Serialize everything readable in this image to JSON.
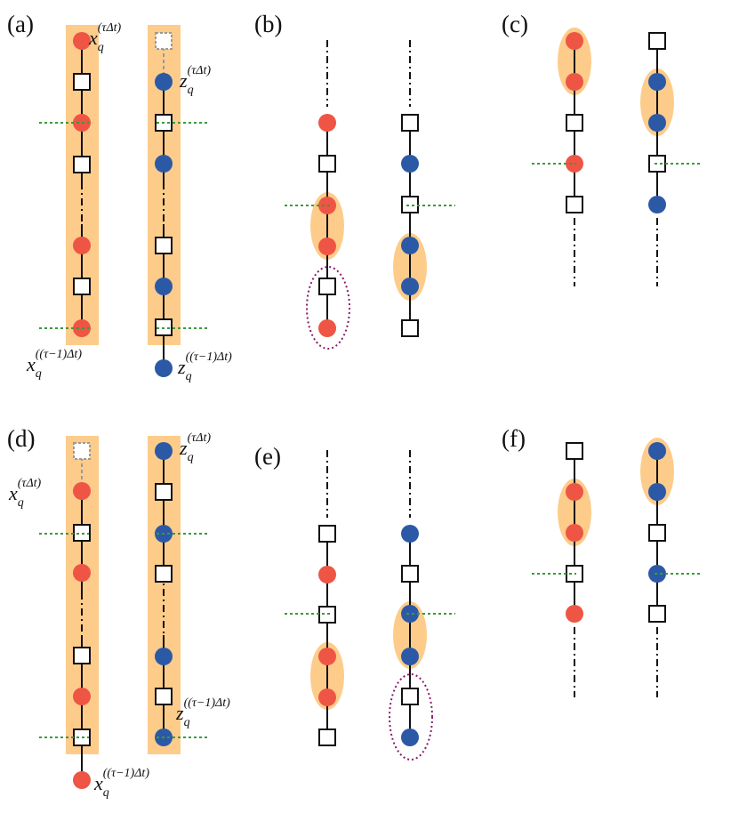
{
  "panels": [
    {
      "label": "(a)"
    },
    {
      "label": "(b)"
    },
    {
      "label": "(c)"
    },
    {
      "label": "(d)"
    },
    {
      "label": "(e)"
    },
    {
      "label": "(f)"
    }
  ],
  "math_labels": {
    "a_x_top": {
      "base": "x",
      "sub": "q",
      "sup": "(τΔt)"
    },
    "a_z_top": {
      "base": "z",
      "sub": "q",
      "sup": "(τΔt)"
    },
    "a_x_bottom": {
      "base": "x",
      "sub": "q",
      "sup": "((τ−1)Δt)"
    },
    "a_z_bottom": {
      "base": "z",
      "sub": "q",
      "sup": "((τ−1)Δt)"
    },
    "d_x_top": {
      "base": "x",
      "sub": "q",
      "sup": "(τΔt)"
    },
    "d_z_top": {
      "base": "z",
      "sub": "q",
      "sup": "(τΔt)"
    },
    "d_z_bottom": {
      "base": "z",
      "sub": "q",
      "sup": "((τ−1)Δt)"
    },
    "d_x_bottom": {
      "base": "x",
      "sub": "q",
      "sup": "((τ−1)Δt)"
    }
  },
  "colors": {
    "x_node": "#ee5545",
    "z_node": "#2c59a6",
    "highlight": "#fdcc8a",
    "boundary_dotted": "#3a9a3a",
    "dashed_circle": "#8b1a6a",
    "square_stroke": "#111111",
    "ghost_square": "#9a9a9a"
  }
}
